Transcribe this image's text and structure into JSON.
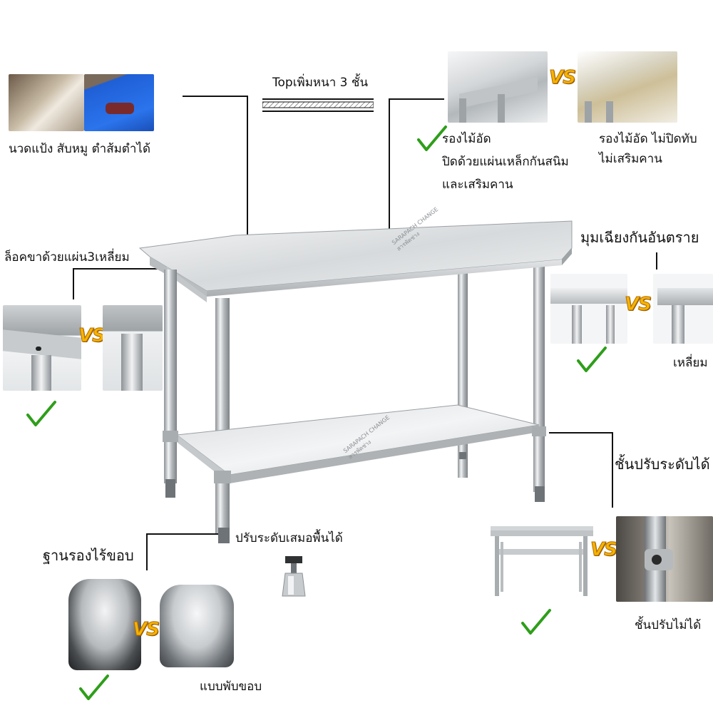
{
  "callouts": {
    "food_prep": "นวดแป้ง สับหมู ตำส้มตำได้",
    "top_thickness": "Topเพิ่มหนา 3 ชั้น",
    "plywood_good_1": "รองไม้อัด",
    "plywood_good_2": "ปิดด้วยแผ่นเหล็กกันสนิม",
    "plywood_good_3": "และเสริมคาน",
    "plywood_bad_1": "รองไม้อัด ไม่ปิดทับ",
    "plywood_bad_2": "ไม่เสริมคาน",
    "leg_lock": "ล็อคขาด้วยแผ่น3เหลี่ยม",
    "corner": "มุมเฉียงกันอันตราย",
    "square_corner": "เหลี่ยม",
    "shelf_adjust": "ชั้นปรับระดับได้",
    "shelf_fixed": "ชั้นปรับไม่ได้",
    "leveling_foot": "ปรับระดับเสมอพื้นได้",
    "base_no_edge": "ฐานรองไร้ขอบ",
    "folded_edge": "แบบพับขอบ"
  },
  "vs_label": "VS",
  "watermark": {
    "brand": "SARAPACH CHANGE",
    "sub": "สารพัดช่าง"
  },
  "colors": {
    "check": "#2e9e1a",
    "vs_fill": "#f5b400",
    "steel_light": "#e9ebec",
    "steel_mid": "#c7cbce",
    "steel_dark": "#8d9296"
  }
}
